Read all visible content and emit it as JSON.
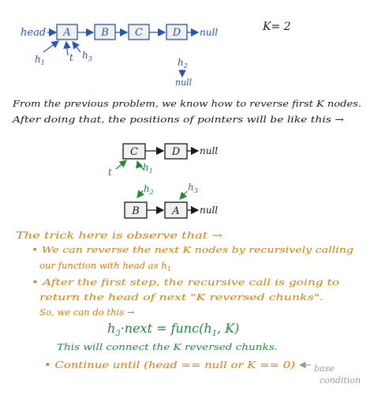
{
  "top_list": {
    "head": "head",
    "nodes": [
      "A",
      "B",
      "C",
      "D"
    ],
    "null": "null",
    "h1": "h",
    "h1_sub": "1",
    "t": "t",
    "h3": "h",
    "h3_sub": "3",
    "h2": "h",
    "h2_sub": "2",
    "h2_null": "null"
  },
  "k_label": "K= 2",
  "para_lines": [
    "From the previous problem, we know how to reverse first K nodes.",
    "After doing that, the positions of pointers will be like this →"
  ],
  "mid_list": {
    "nodes": [
      "C",
      "D"
    ],
    "null": "null",
    "t": "t",
    "h1": "h",
    "h1_sub": "1"
  },
  "low_list": {
    "nodes": [
      "B",
      "A"
    ],
    "null": "null",
    "h2": "h",
    "h2_sub": "2",
    "h3": "h",
    "h3_sub": "3"
  },
  "trick_title": "The trick here is observe that →",
  "bullet1": [
    "• We can reverse the next K nodes by recursively calling",
    "our function with head as h",
    "1"
  ],
  "bullet2": [
    "• After the first step, the recursive call is going to",
    "return the head of next \"K reversed chunks\".",
    "So, we can do this →"
  ],
  "formula": [
    "h",
    "3",
    "·next = func(h",
    "1",
    ", K)"
  ],
  "connect_text": "This will connect the K reversed chunks.",
  "bullet3": "• Continue until (head == null or K == 0)",
  "base_condition": [
    "base",
    "condition"
  ],
  "colors": {
    "blue": "#2a55b8",
    "black": "#1a1a1a",
    "orange": "#e07b00",
    "green": "#1f8a3a",
    "gray": "#9a9a9a",
    "node_fill": "#f0f0f0"
  }
}
